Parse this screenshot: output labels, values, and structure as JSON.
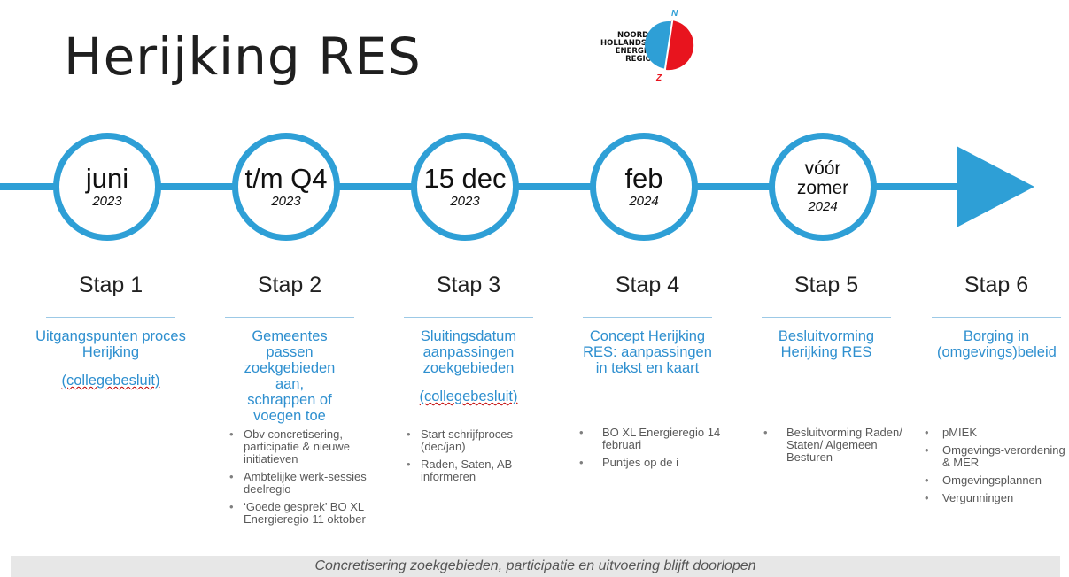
{
  "title": "Herijking RES",
  "logo": {
    "lines": [
      "NOORD-",
      "HOLLANDSE",
      "ENERGIE",
      "REGIO"
    ],
    "north": "N",
    "south": "Z",
    "colors": {
      "left": "#2e9fd6",
      "right": "#e8141e"
    }
  },
  "accent_color": "#2e9fd6",
  "steps": [
    {
      "date": "juni",
      "year": "2023",
      "label": "Stap 1",
      "desc": [
        "Uitgangspunten proces Herijking",
        "(collegebesluit)"
      ],
      "bullets": []
    },
    {
      "date": "t/m Q4",
      "year": "2023",
      "label": "Stap 2",
      "desc": [
        "Gemeentes passen zoekgebieden aan, schrappen of voegen toe"
      ],
      "bullets": [
        "Obv concretisering, participatie & nieuwe initiatieven",
        "Ambtelijke werk-sessies deelregio",
        "‘Goede gesprek’ BO XL Energieregio 11 oktober"
      ]
    },
    {
      "date": "15 dec",
      "year": "2023",
      "label": "Stap 3",
      "desc": [
        "Sluitingsdatum aanpassingen zoekgebieden",
        "(collegebesluit)"
      ],
      "bullets": [
        "Start schrijfproces (dec/jan)",
        "Raden, Saten, AB informeren"
      ]
    },
    {
      "date": "feb",
      "year": "2024",
      "label": "Stap 4",
      "desc": [
        "Concept Herijking RES: aanpassingen in tekst en kaart"
      ],
      "bullets": [
        "BO XL Energieregio 14 februari",
        "Puntjes op de i"
      ]
    },
    {
      "date": "vóór zomer",
      "year": "2024",
      "label": "Stap 5",
      "desc": [
        "Besluitvorming Herijking RES"
      ],
      "bullets": [
        "Besluitvorming Raden/ Staten/ Algemeen Besturen"
      ]
    },
    {
      "date": "",
      "year": "",
      "label": "Stap 6",
      "desc": [
        "Borging in (omgevings)beleid"
      ],
      "bullets": [
        "pMIEK",
        "Omgevings-verordening & MER",
        "Omgevingsplannen",
        "Vergunningen"
      ]
    }
  ],
  "footer": "Concretisering zoekgebieden, participatie en uitvoering blijft doorlopen"
}
